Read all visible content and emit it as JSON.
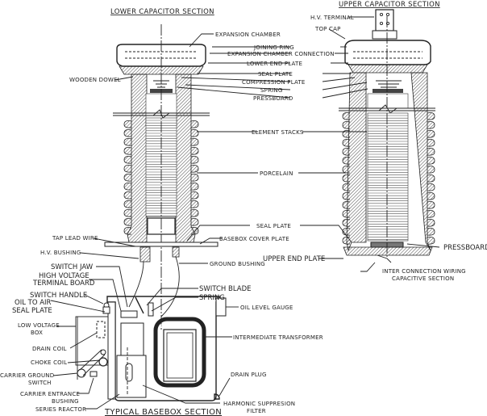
{
  "titles": {
    "lower": "LOWER CAPACITOR SECTION",
    "upper": "UPPER CAPACITOR SECTION",
    "basebox": "TYPICAL BASEBOX SECTION"
  },
  "labels": {
    "hv_terminal": "H.V. TERMINAL",
    "top_cap": "TOP CAP",
    "expansion_chamber": "EXPANSION CHAMBER",
    "joining_ring": "JOINING RING",
    "expansion_chamber_connection": "EXPANSION CHAMBER CONNECTION",
    "lower_end_plate": "LOWER END PLATE",
    "seal_plate_top": "SEAL PLATE",
    "compression_plate": "COMPRESSION PLATE",
    "spring_top": "SPRING",
    "pressboard_top": "PRESSBOARD",
    "wooden_dowel": "WOODEN DOWEL",
    "element_stacks": "ELEMENT STACKS",
    "porcelain": "PORCELAIN",
    "seal_plate_bottom": "SEAL PLATE",
    "basebox_cover_plate": "BASEBOX COVER PLATE",
    "pressboard_bottom": "PRESSBOARD",
    "upper_end_plate": "UPPER END PLATE",
    "ground_bushing": "GROUND BUSHING",
    "interconnection_1": "INTER CONNECTION WIRING",
    "interconnection_2": "CAPACITIVE SECTION",
    "tap_lead_wire": "TAP LEAD WIRE",
    "hv_bushing": "H.V. BUSHING",
    "switch_jaw": "SWITCH JAW",
    "hv_terminal_board_1": "HIGH VOLTAGE",
    "hv_terminal_board_2": "TERMINAL BOARD",
    "switch_handle": "SWITCH HANDLE",
    "oil_to_air_1": "OIL TO AIR",
    "oil_to_air_2": "SEAL PLATE",
    "switch_blade": "SWITCH BLADE",
    "spring_base": "SPRING",
    "oil_level_gauge": "OIL LEVEL GAUGE",
    "low_voltage_box_1": "LOW VOLTAGE",
    "low_voltage_box_2": "BOX",
    "intermediate_transformer": "INTERMEDIATE TRANSFORMER",
    "drain_coil": "DRAIN COIL",
    "choke_coil": "CHOKE COIL",
    "carrier_ground_1": "CARRIER GROUND",
    "carrier_ground_2": "SWITCH",
    "drain_plug": "DRAIN PLUG",
    "carrier_entrance_1": "CARRIER ENTRANCE",
    "carrier_entrance_2": "BUSHING",
    "harmonic_1": "HARMONIC SUPPRESION",
    "harmonic_2": "FILTER",
    "series_reactor": "SERIES REACTOR"
  }
}
